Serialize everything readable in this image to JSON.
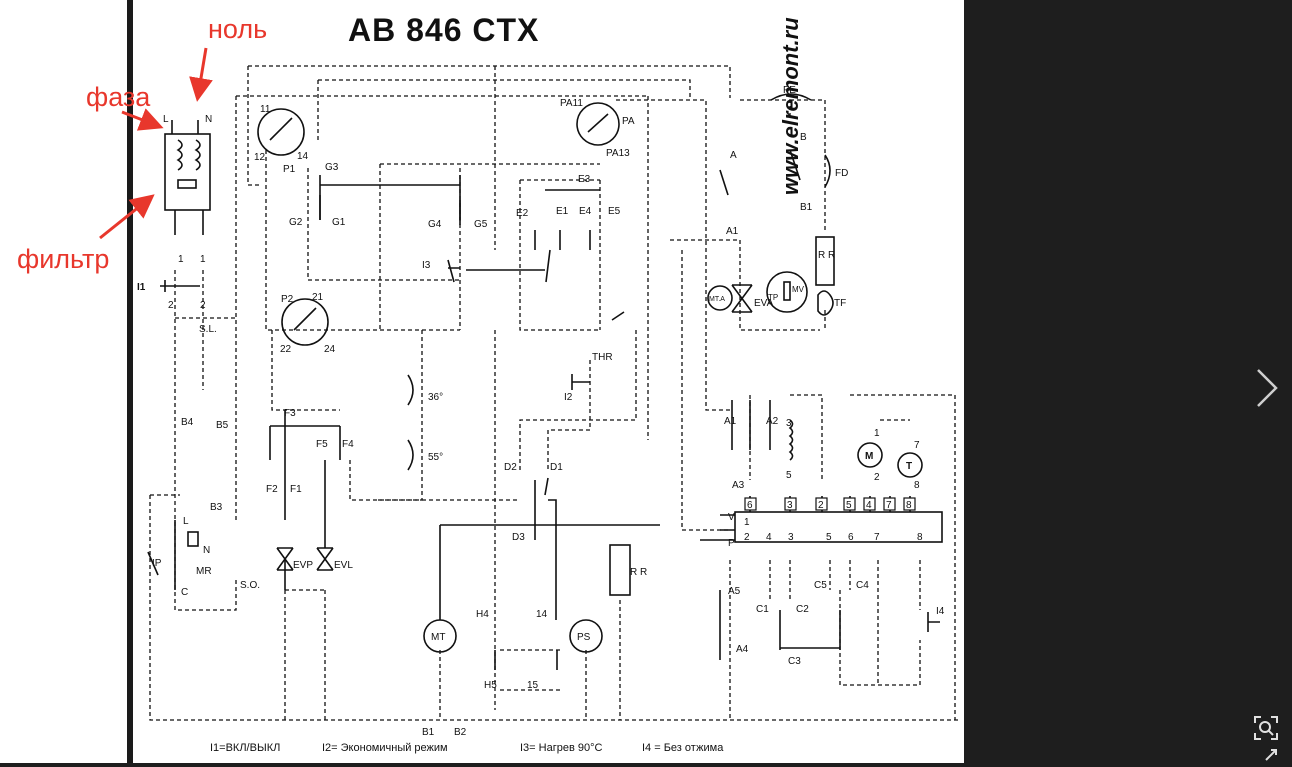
{
  "title": "AB 846 CTX",
  "watermark": "www.elremont.ru",
  "annotations": {
    "neutral": "ноль",
    "phase": "фаза",
    "filter": "фильтр"
  },
  "legend": {
    "i1": "I1=ВКЛ/ВЫКЛ",
    "i2": "I2= Экономичный режим",
    "i3": "I3= Нагрев 90°C",
    "i4": "I4 = Без отжима"
  },
  "labels": {
    "L": "L",
    "N": "N",
    "I1": "I1",
    "SL": "S.L.",
    "B4": "B4",
    "B5": "B5",
    "B3": "B3",
    "IP": "IP",
    "MR": "MR",
    "C": "C",
    "SO": "S.O.",
    "L2": "L",
    "N2": "N",
    "P1": "P1",
    "11": "11",
    "12": "12",
    "14": "14",
    "G3": "G3",
    "G2": "G2",
    "G1": "G1",
    "G4": "G4",
    "G5": "G5",
    "I3": "I3",
    "P2": "P2",
    "21": "21",
    "22": "22",
    "24": "24",
    "PA11": "PA11",
    "PA": "PA",
    "PA13": "PA13",
    "E3": "E3",
    "E2": "E2",
    "E1": "E1",
    "E4": "E4",
    "E5": "E5",
    "THR": "THR",
    "I2": "I2",
    "36": "36°",
    "55": "55°",
    "F3": "F3",
    "F2": "F2",
    "F1": "F1",
    "F5": "F5",
    "F4": "F4",
    "EVP": "EVP",
    "EVL": "EVL",
    "D2": "D2",
    "D1": "D1",
    "D3": "D3",
    "MT": "MT",
    "PS": "PS",
    "H4": "H4",
    "H5": "H5",
    "15": "15",
    "14b": "14",
    "RR": "R R",
    "B1": "B1",
    "B2": "B2",
    "FE": "FE",
    "A": "A",
    "A1": "A1",
    "B": "B",
    "B1r": "B1",
    "FD": "FD",
    "TF": "TF",
    "MTA": "MT.A",
    "EVA": "EVA",
    "TP": "TP",
    "MV": "MV",
    "A1b": "A1",
    "A2": "A2",
    "A3": "A3",
    "A4": "A4",
    "A5": "A5",
    "V": "V",
    "P": "P",
    "M": "M",
    "T": "T",
    "C1": "C1",
    "C2": "C2",
    "C3": "C3",
    "C4": "C4",
    "C5": "C5",
    "I4": "I4",
    "t6": "6",
    "t3": "3",
    "t2": "2",
    "t5": "5",
    "t4": "4",
    "t7": "7",
    "t8": "8",
    "b1": "1",
    "b2": "2",
    "b4": "4",
    "b3": "3",
    "b5": "5",
    "b6": "6",
    "b7": "7",
    "b8": "8",
    "c1": "1",
    "c2": "2",
    "c3": "3",
    "c5": "5",
    "m1": "1",
    "m2": "2",
    "m7": "7",
    "m8": "8"
  },
  "icons": [
    "chevron-right-icon",
    "zoom-icon",
    "expand-icon"
  ]
}
